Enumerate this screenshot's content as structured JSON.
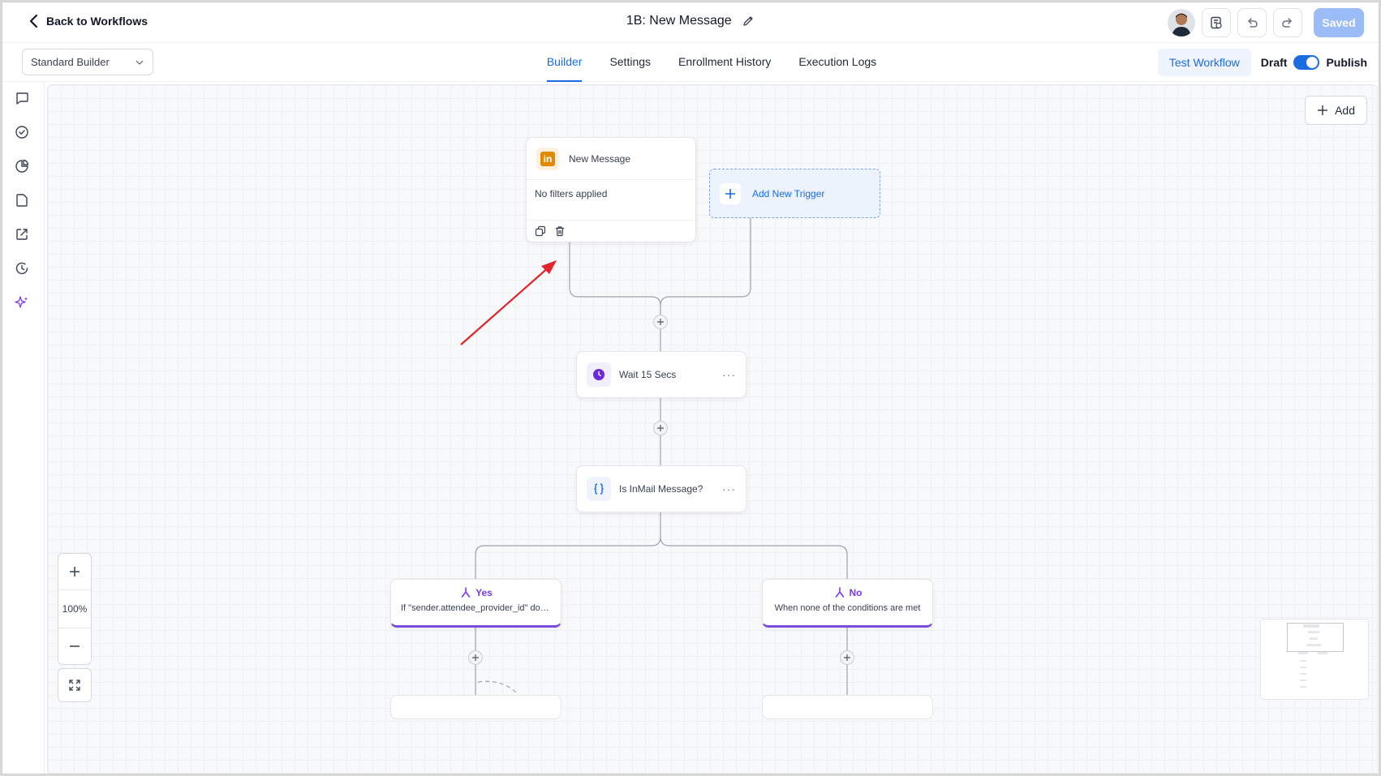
{
  "header": {
    "back_label": "Back to Workflows",
    "workflow_title": "1B: New Message",
    "saved_label": "Saved"
  },
  "subbar": {
    "builder_select": "Standard Builder",
    "tabs": [
      {
        "label": "Builder",
        "active": true
      },
      {
        "label": "Settings",
        "active": false
      },
      {
        "label": "Enrollment History",
        "active": false
      },
      {
        "label": "Execution Logs",
        "active": false
      }
    ],
    "test_workflow_label": "Test Workflow",
    "draft_label": "Draft",
    "publish_label": "Publish",
    "published": true
  },
  "rail": {
    "icons": [
      "chat-icon",
      "check-circle-icon",
      "pie-chart-icon",
      "file-icon",
      "external-link-icon",
      "history-icon",
      "sparkles-icon"
    ]
  },
  "canvas": {
    "add_label": "Add",
    "trigger": {
      "title": "New Message",
      "filters_text": "No filters applied",
      "icon": "linkedin-icon",
      "logo_text": "in"
    },
    "add_trigger_label": "Add New Trigger",
    "wait_step": {
      "label": "Wait 15 Secs",
      "icon": "clock-icon"
    },
    "condition_step": {
      "label": "Is InMail Message?",
      "icon": "braces-icon"
    },
    "branch_yes": {
      "title": "Yes",
      "text": "If \"sender.attendee_provider_id\" does..."
    },
    "branch_no": {
      "title": "No",
      "text": "When none of the conditions are met"
    },
    "zoom_level": "100%"
  },
  "colors": {
    "accent": "#1a6ce0",
    "branch": "#7c3aed",
    "linkedin": "#e08a00",
    "annotation_arrow": "#e3242b"
  }
}
